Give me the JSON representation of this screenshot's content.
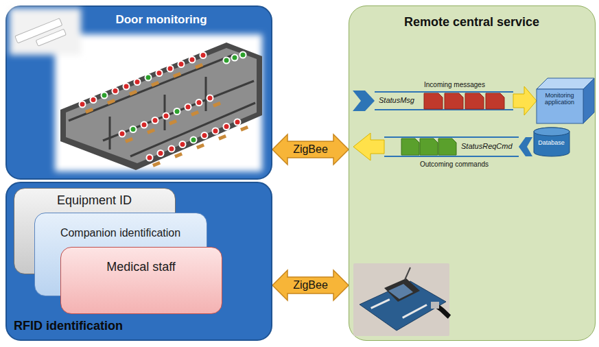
{
  "diagram": {
    "nodes": [
      {
        "text": [
          "Door monitoring"
        ]
      },
      {
        "text": [
          "RFID identification"
        ]
      },
      {
        "text": [
          "Equipment ID"
        ],
        "in": 1
      },
      {
        "text": [
          "Companion identification"
        ],
        "in": 1
      },
      {
        "text": [
          "Medical staff"
        ],
        "in": 1
      },
      {
        "text": [
          "Remote central service"
        ]
      },
      {
        "text": [
          "Monitoring application"
        ],
        "in": 5
      },
      {
        "text": [
          "Database"
        ],
        "in": 5
      }
    ],
    "edges": [
      {
        "from": 0,
        "to": 5,
        "arrow": "both",
        "label": "ZigBee"
      },
      {
        "from": 1,
        "to": 5,
        "arrow": "both",
        "label": "ZigBee"
      }
    ],
    "labels": [
      "Incoming messages",
      "StatusMsg",
      "StatusReqCmd",
      "Outcoming commands"
    ]
  }
}
